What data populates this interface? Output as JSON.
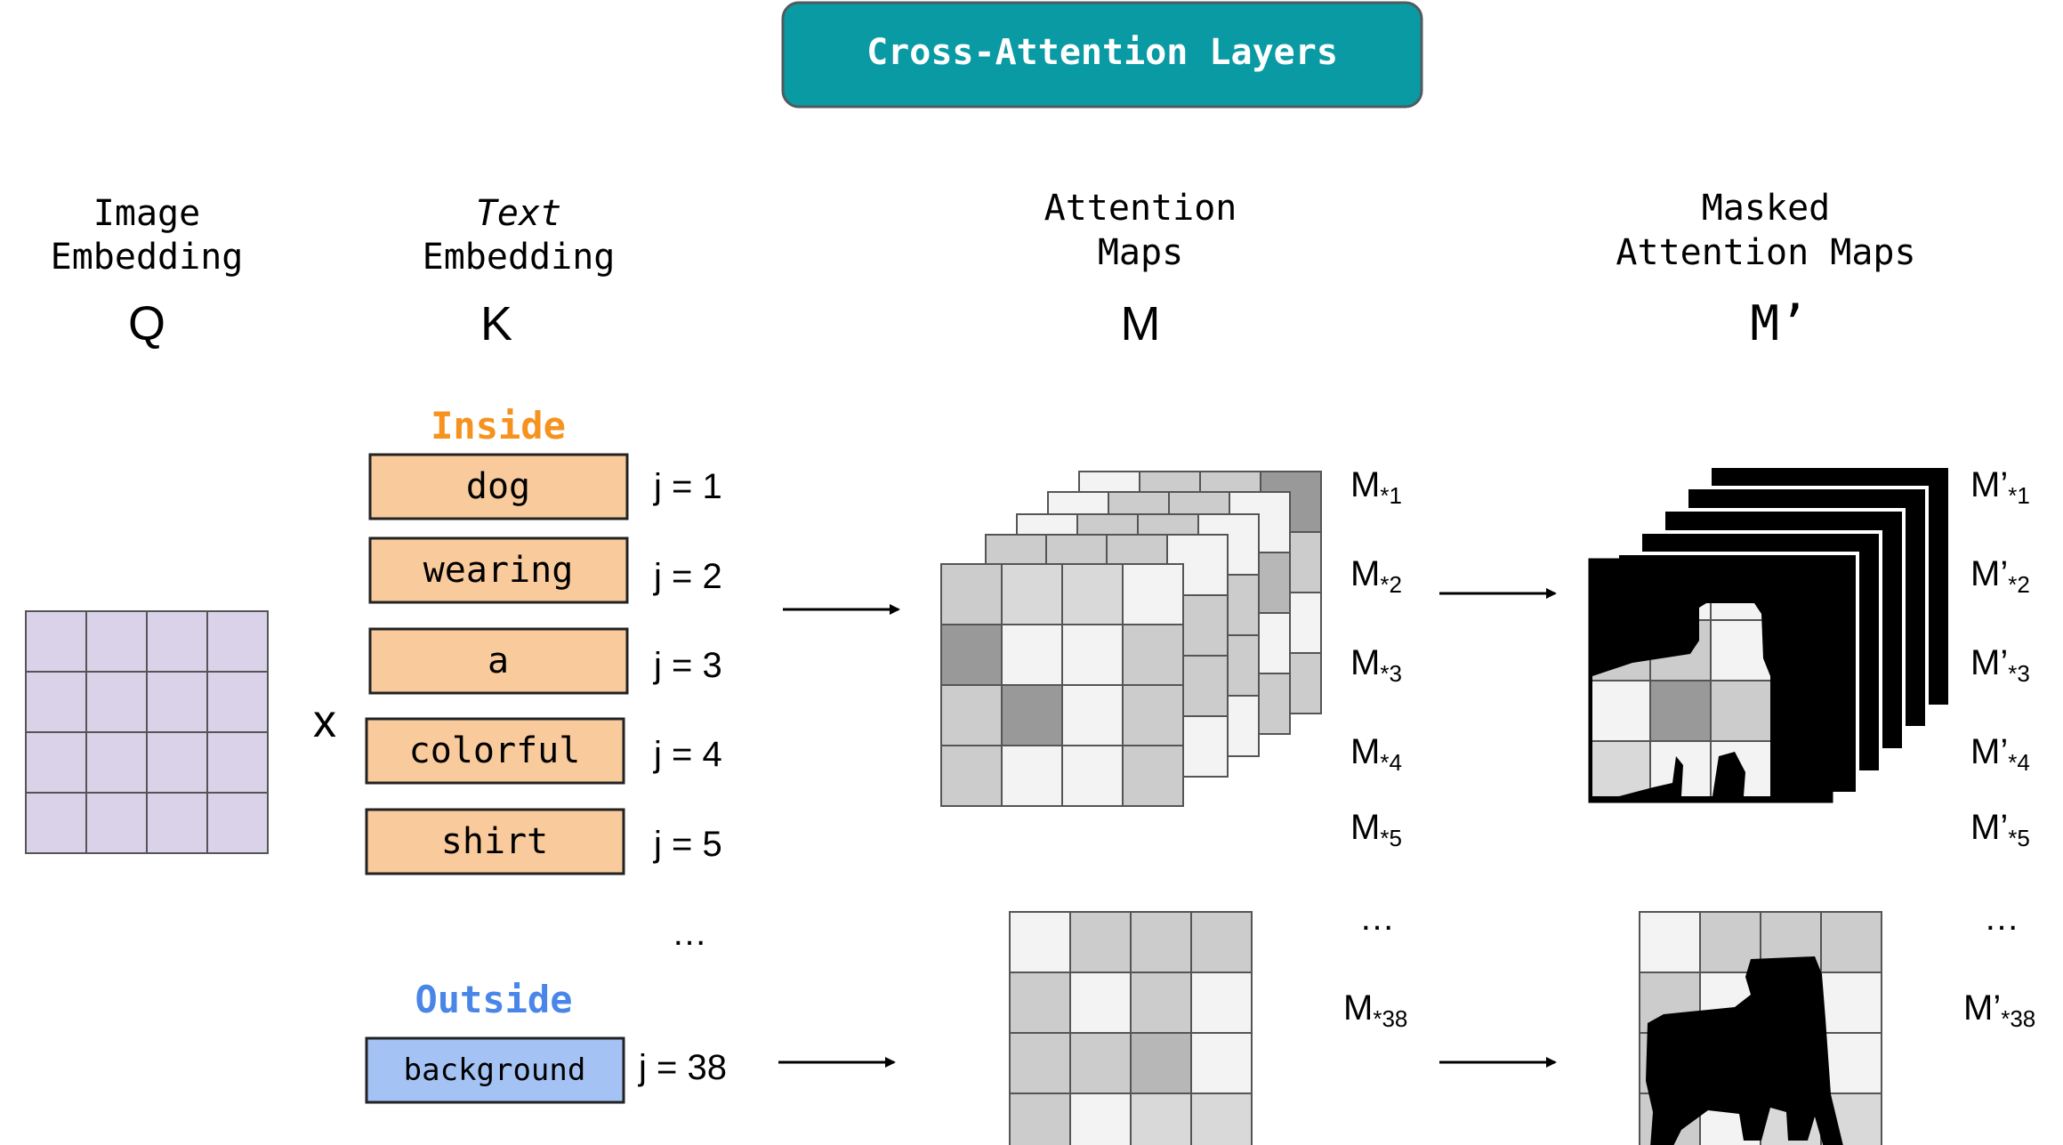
{
  "title": "Cross-Attention Layers",
  "headers": {
    "image_embedding": {
      "line1": "Image",
      "line2": "Embedding",
      "symbol": "Q"
    },
    "text_embedding": {
      "line1": "Text",
      "line2": "Embedding",
      "symbol": "K"
    },
    "attention_maps": {
      "line1": "Attention",
      "line2": "Maps",
      "symbol": "M"
    },
    "masked_maps": {
      "line1": "Masked",
      "line2": "Attention Maps",
      "symbol": "M’"
    }
  },
  "multiply_symbol": "x",
  "groups": {
    "inside": "Inside",
    "outside": "Outside"
  },
  "tokens": [
    {
      "word": "dog",
      "index": "j = 1",
      "m_base": "M",
      "m_sub": "*1",
      "mp_base": "M’",
      "mp_sub": "*1"
    },
    {
      "word": "wearing",
      "index": "j = 2",
      "m_base": "M",
      "m_sub": "*2",
      "mp_base": "M’",
      "mp_sub": "*2"
    },
    {
      "word": "a",
      "index": "j = 3",
      "m_base": "M",
      "m_sub": "*3",
      "mp_base": "M’",
      "mp_sub": "*3"
    },
    {
      "word": "colorful",
      "index": "j = 4",
      "m_base": "M",
      "m_sub": "*4",
      "mp_base": "M’",
      "mp_sub": "*4"
    },
    {
      "word": "shirt",
      "index": "j = 5",
      "m_base": "M",
      "m_sub": "*5",
      "mp_base": "M’",
      "mp_sub": "*5"
    }
  ],
  "ellipsis": "…",
  "background_token": {
    "word": "background",
    "index": "j = 38",
    "m_base": "M",
    "m_sub": "*38",
    "mp_base": "M’",
    "mp_sub": "*38"
  },
  "colors": {
    "title_fill": "#0a9aa4",
    "query_fill": "#d9d2e9",
    "inside_token_fill": "#f9cb9c",
    "outside_token_fill": "#a4c2f4",
    "inside_label": "#f6921e",
    "outside_label": "#4a86e8"
  }
}
